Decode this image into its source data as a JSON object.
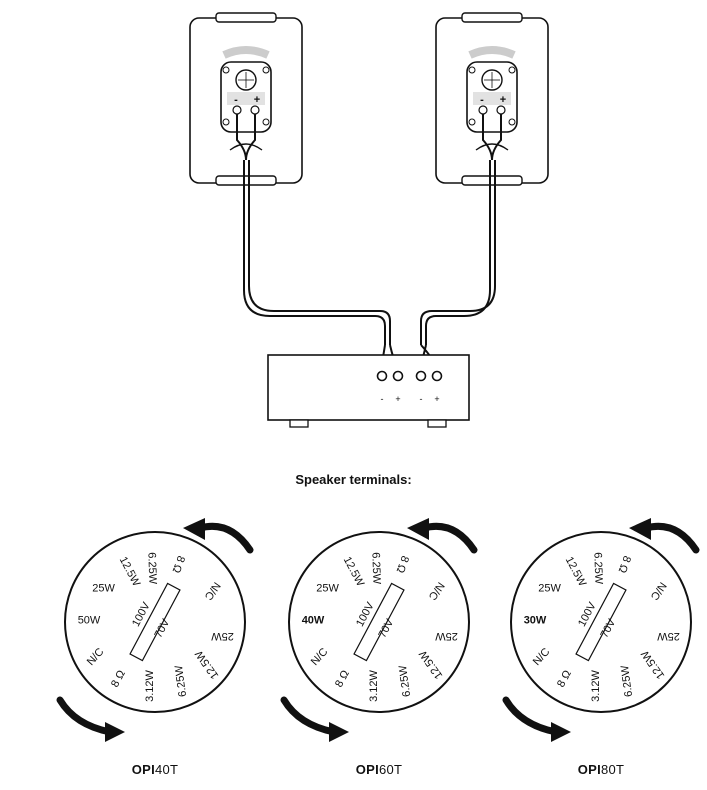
{
  "heading": "Speaker terminals:",
  "amplifier": {
    "terminals": [
      "-",
      "+",
      "-",
      "+"
    ]
  },
  "speaker_terminals": [
    "-",
    "+"
  ],
  "dial_labels": {
    "w12_5": "12.5W",
    "w6_25a": "6.25W",
    "ohm8a": "8 Ω",
    "nc_a": "N/C",
    "w25a": "25W",
    "w12_5b": "12.5W",
    "w6_25b": "6.25W",
    "w3_12": "3.12W",
    "ohm8b": "8 Ω",
    "nc_b": "N/C",
    "w25b": "25W",
    "v100": "100V",
    "v70": "70V"
  },
  "models": [
    {
      "prefix": "OPI",
      "suffix": "40T",
      "max_tap": "50W"
    },
    {
      "prefix": "OPI",
      "suffix": "60T",
      "max_tap": "40W"
    },
    {
      "prefix": "OPI",
      "suffix": "80T",
      "max_tap": "30W"
    }
  ]
}
